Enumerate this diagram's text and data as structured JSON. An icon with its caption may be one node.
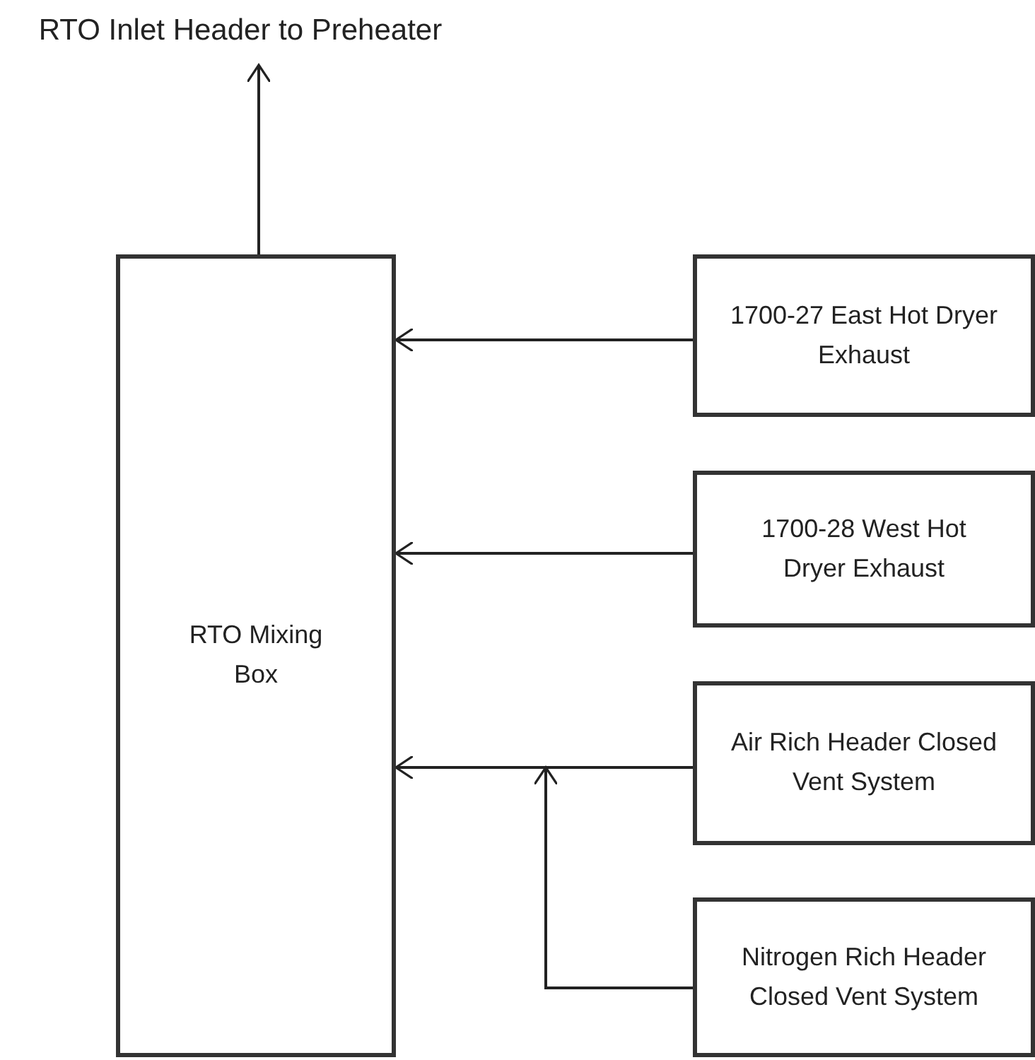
{
  "diagram": {
    "nodes": [
      {
        "text": [
          "RTO Inlet Header to Preheater"
        ]
      },
      {
        "text": [
          "RTO Mixing Box"
        ]
      },
      {
        "text": [
          "1700-27 East Hot Dryer Exhaust"
        ]
      },
      {
        "text": [
          "1700-28 West Hot Dryer Exhaust"
        ]
      },
      {
        "text": [
          "Air Rich Header Closed Vent System"
        ]
      },
      {
        "text": [
          "Nitrogen Rich Header Closed Vent System"
        ]
      }
    ],
    "edges": [
      {
        "from": 1,
        "to": 0,
        "arrow": "to"
      },
      {
        "from": 2,
        "to": 1,
        "arrow": "to"
      },
      {
        "from": 3,
        "to": 1,
        "arrow": "to"
      },
      {
        "from": 4,
        "to": 1,
        "arrow": "to"
      },
      {
        "from": 5,
        "to": 1,
        "arrow": "to"
      }
    ]
  }
}
